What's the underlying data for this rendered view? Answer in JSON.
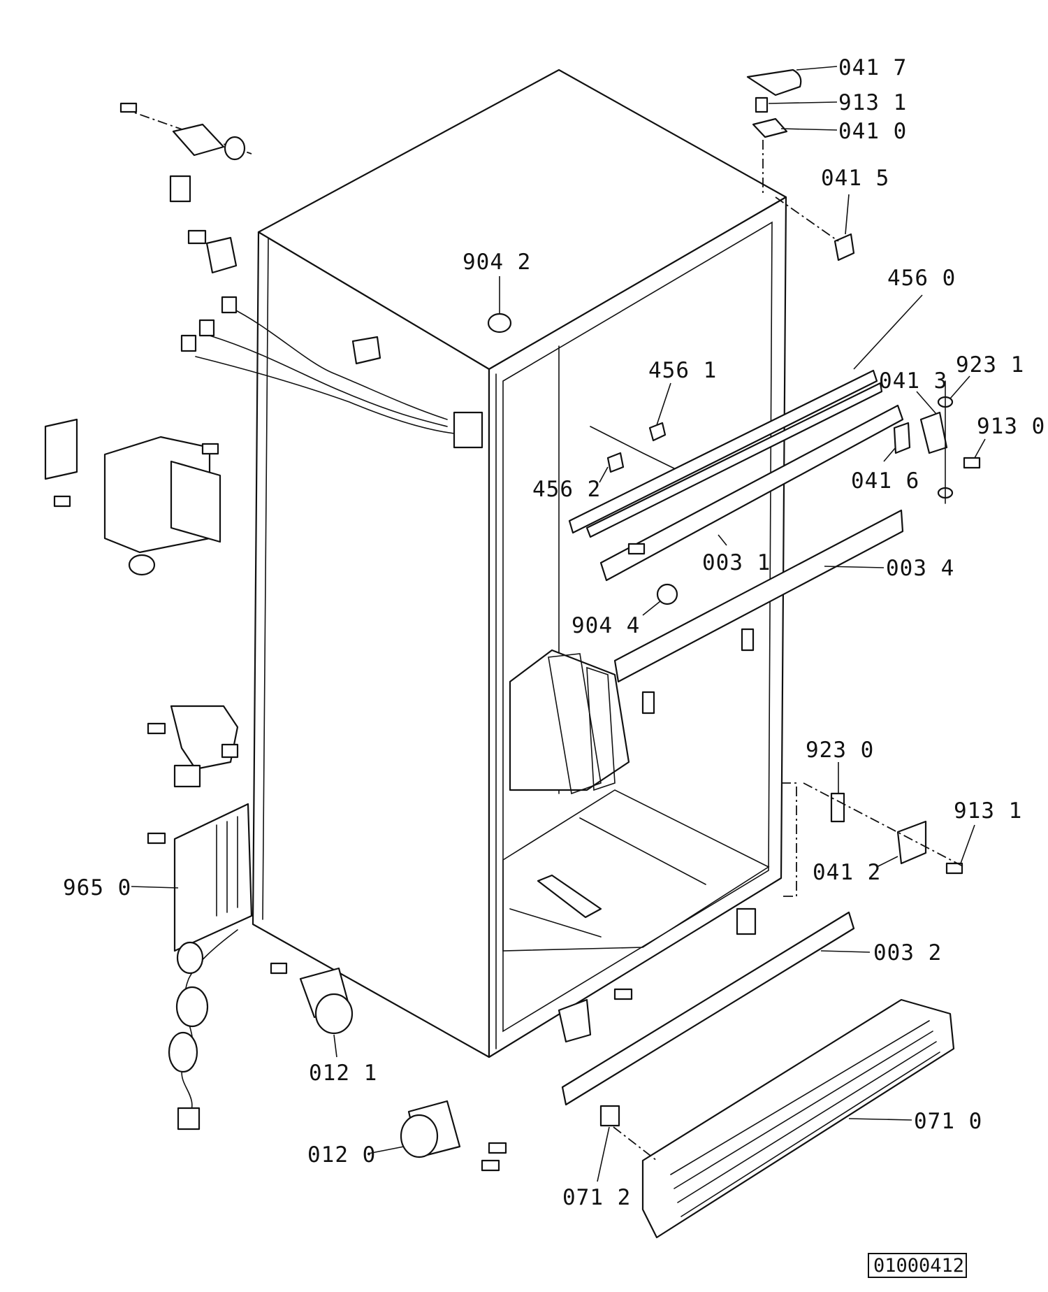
{
  "labels": [
    {
      "id": "l0417",
      "text": "041 7"
    },
    {
      "id": "l9131a",
      "text": "913 1"
    },
    {
      "id": "l0410",
      "text": "041 0"
    },
    {
      "id": "l0415",
      "text": "041 5"
    },
    {
      "id": "l9042",
      "text": "904 2"
    },
    {
      "id": "l4560",
      "text": "456 0"
    },
    {
      "id": "l4561",
      "text": "456 1"
    },
    {
      "id": "l0413",
      "text": "041 3"
    },
    {
      "id": "l9231",
      "text": "923 1"
    },
    {
      "id": "l9130",
      "text": "913 0"
    },
    {
      "id": "l4562",
      "text": "456 2"
    },
    {
      "id": "l0416",
      "text": "041 6"
    },
    {
      "id": "l0031",
      "text": "003 1"
    },
    {
      "id": "l0034",
      "text": "003 4"
    },
    {
      "id": "l9044",
      "text": "904 4"
    },
    {
      "id": "l9230",
      "text": "923 0"
    },
    {
      "id": "l9131b",
      "text": "913 1"
    },
    {
      "id": "l0412",
      "text": "041 2"
    },
    {
      "id": "l9650",
      "text": "965 0"
    },
    {
      "id": "l0032",
      "text": "003 2"
    },
    {
      "id": "l0121",
      "text": "012 1"
    },
    {
      "id": "l0710",
      "text": "071 0"
    },
    {
      "id": "l0120",
      "text": "012 0"
    },
    {
      "id": "l0712",
      "text": "071 2"
    }
  ],
  "diagram_id": "01000412"
}
